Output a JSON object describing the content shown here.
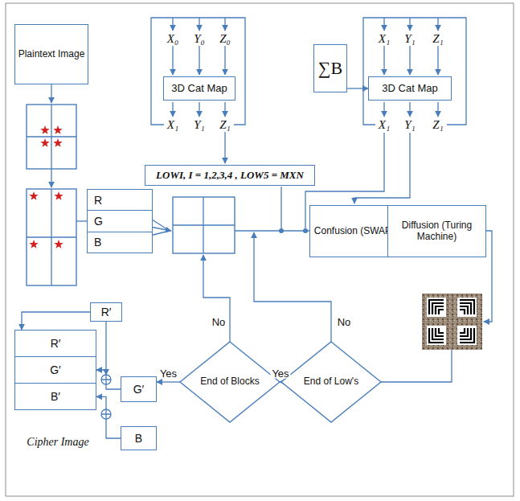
{
  "diagram": {
    "nodes": [
      {
        "text": [
          "Plaintext Image"
        ]
      },
      {
        "text": [
          "3D Cat Map"
        ]
      },
      {
        "text": [
          "∑B"
        ]
      },
      {
        "text": [
          "3D Cat Map"
        ]
      },
      {
        "text": [
          "LOWI, I = 1,2,3,4 , LOW5 = MXN"
        ]
      },
      {
        "text": [
          "R",
          "G",
          "B"
        ]
      },
      {
        "text": [
          "Confusion (SWAP)"
        ]
      },
      {
        "text": [
          "Diffusion (Turing Machine)"
        ]
      },
      {
        "text": [
          "R′"
        ]
      },
      {
        "text": [
          "R′",
          "G′",
          "B′"
        ]
      },
      {
        "text": [
          "G′"
        ]
      },
      {
        "text": [
          "End of Blocks"
        ]
      },
      {
        "text": [
          "End of Low's"
        ]
      },
      {
        "text": [
          "B"
        ]
      }
    ],
    "edges": [
      {
        "from": 2,
        "to": 3,
        "arrow": "to"
      },
      {
        "from": 6,
        "to": 7,
        "arrow": "to"
      },
      {
        "from": 12,
        "to": 11,
        "arrow": "to",
        "label": "Yes"
      },
      {
        "from": 11,
        "to": 10,
        "arrow": "to",
        "label": "Yes"
      },
      {
        "from": 8,
        "to": 9,
        "arrow": "to"
      },
      {
        "from": 10,
        "to": 9,
        "arrow": "to"
      },
      {
        "from": 13,
        "to": 9,
        "arrow": "to"
      }
    ],
    "labels": [
      "X₀",
      "Y₀",
      "Z₀",
      "X₁",
      "Y₁",
      "Z₁",
      "X₁",
      "Y₁",
      "Z₁",
      "X₁",
      "Y₁",
      "Z₁",
      "No",
      "No",
      "Cipher Image"
    ]
  }
}
